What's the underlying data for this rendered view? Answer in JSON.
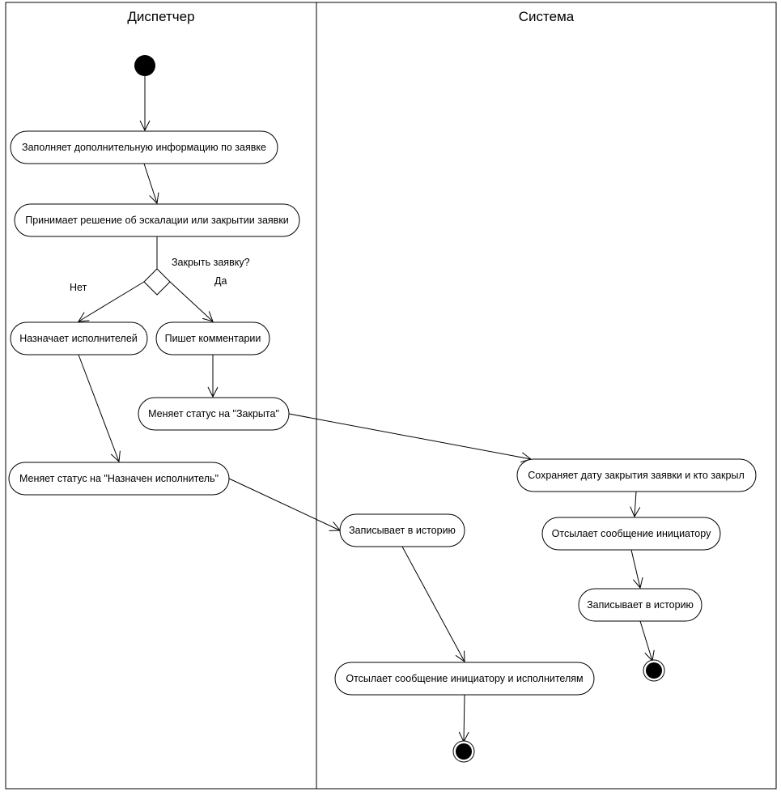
{
  "lanes": [
    {
      "id": "dispatcher",
      "title": "Диспетчер"
    },
    {
      "id": "system",
      "title": "Система"
    }
  ],
  "activities": {
    "fill_info": "Заполняет дополнительную информацию по заявке",
    "decide": "Принимает решение об эскалации или закрытии заявки",
    "assign": "Назначает исполнителей",
    "comment": "Пишет комментарии",
    "status_closed": "Меняет статус на \"Закрыта\"",
    "status_assigned": "Меняет статус на \"Назначен исполнитель\"",
    "save_close_date": "Сохраняет дату закрытия заявки и кто закрыл",
    "history_left": "Записывает в историю",
    "notify_initiator": "Отсылает сообщение инициатору",
    "history_right": "Записывает в историю",
    "notify_all": "Отсылает сообщение инициатору и исполнителям"
  },
  "decision": {
    "question": "Закрыть заявку?",
    "yes": "Да",
    "no": "Нет"
  },
  "colors": {
    "stroke": "#000000",
    "node_fill": "#000000",
    "background": "#ffffff"
  }
}
